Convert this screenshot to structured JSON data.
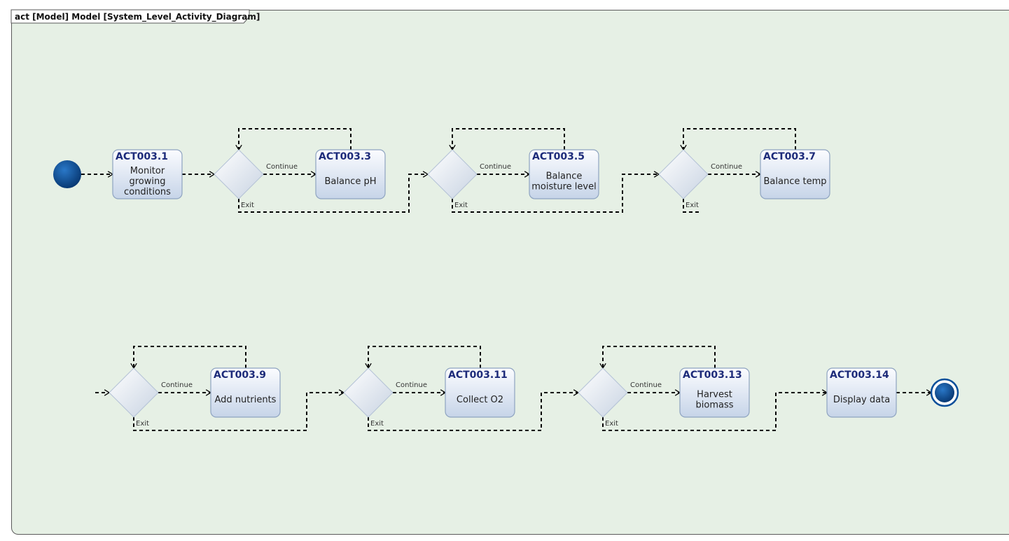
{
  "frame": {
    "title": "act [Model] Model [System_Level_Activity_Diagram]"
  },
  "colors": {
    "background": "#e6f0e5",
    "action_fill_top": "#fbfcff",
    "action_fill_bottom": "#c6d4e8",
    "action_stroke": "#8ea3c0",
    "node_fill": "#0b4f9a",
    "id_text": "#1d2b7a"
  },
  "actions": [
    {
      "id": "ACT003.1",
      "name": [
        "Monitor",
        "growing",
        "conditions"
      ]
    },
    {
      "id": "ACT003.3",
      "name": [
        "Balance pH"
      ]
    },
    {
      "id": "ACT003.5",
      "name": [
        "Balance",
        "moisture level"
      ]
    },
    {
      "id": "ACT003.7",
      "name": [
        "Balance temp"
      ]
    },
    {
      "id": "ACT003.9",
      "name": [
        "Add nutrients"
      ]
    },
    {
      "id": "ACT003.11",
      "name": [
        "Collect O2"
      ]
    },
    {
      "id": "ACT003.13",
      "name": [
        "Harvest",
        "biomass"
      ]
    },
    {
      "id": "ACT003.14",
      "name": [
        "Display data"
      ]
    }
  ],
  "guards": {
    "continue": "Continue",
    "exit": "Exit"
  },
  "icons": {
    "initial": "initial-node-icon",
    "final": "activity-final-icon",
    "decision": "decision-node-icon"
  }
}
